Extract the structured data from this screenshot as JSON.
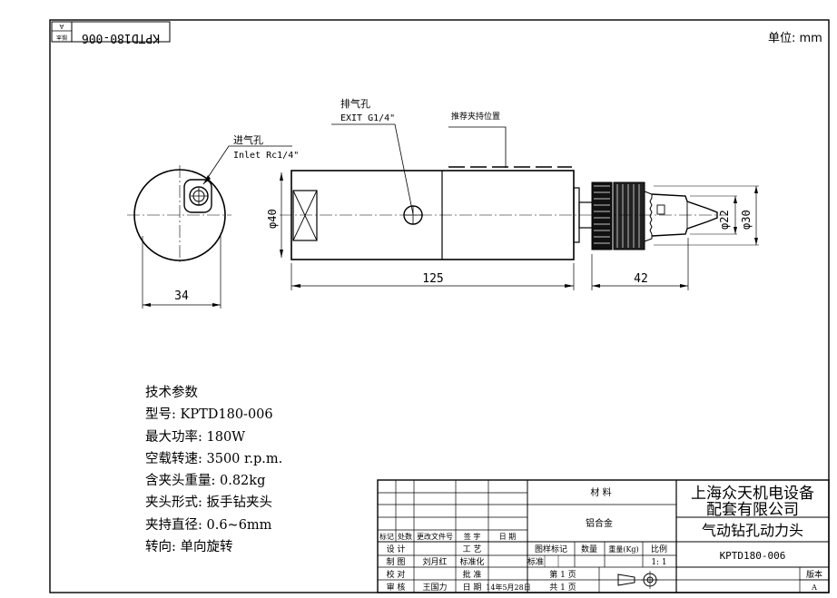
{
  "header": {
    "drawing_code_rotated": "KPTD180-006",
    "version_tag": "版本",
    "version_letter": "A",
    "unit_label": "单位: mm"
  },
  "callouts": {
    "inlet_cn": "进气孔",
    "inlet_en": "Inlet Rc1/4\"",
    "exit_cn": "排气孔",
    "exit_en": "EXIT G1/4\"",
    "clamp_position": "推荐夹持位置"
  },
  "dimensions": {
    "side_width": "34",
    "body_length": "125",
    "chuck_length": "42",
    "body_diameter": "φ40",
    "spindle_diameter": "φ22",
    "chuck_diameter": "φ30"
  },
  "tech_params": {
    "title": "技术参数",
    "model": "型号: KPTD180-006",
    "max_power": "最大功率: 180W",
    "no_load_speed": "空载转速: 3500 r.p.m.",
    "weight": "含夹头重量: 0.82kg",
    "chuck_type": "夹头形式: 扳手钻夹头",
    "clamp_range": "夹持直径: 0.6~6mm",
    "rotation": "转向: 单向旋转"
  },
  "title_block": {
    "material_header": "材    料",
    "material": "铝合金",
    "company_line1": "上海众天机电设备",
    "company_line2": "配套有限公司",
    "product_name": "气动钻孔动力头",
    "drawing_number": "KPTD180-006",
    "rev_cols": [
      "标记",
      "处数",
      "更改文件号",
      "签 字",
      "日 期"
    ],
    "row_design": "设 计",
    "row_draw": "制 图",
    "drawer_name": "刘月红",
    "row_check": "校 对",
    "row_review": "审 核",
    "reviewer_name": "王国力",
    "col_process": "工 艺",
    "col_standard": "标准化",
    "col_approve": "批 准",
    "col_date": "日 期",
    "date_value": "14年5月28日",
    "stage_mark": "图样标记",
    "quantity": "数量",
    "weight_kg": "重量(Kg)",
    "scale": "比例",
    "standard_mark": "标准",
    "scale_value": "1: 1",
    "page_num": "第 1 页",
    "page_total": "共 1 页",
    "version_tag": "版本",
    "version_letter": "A"
  }
}
